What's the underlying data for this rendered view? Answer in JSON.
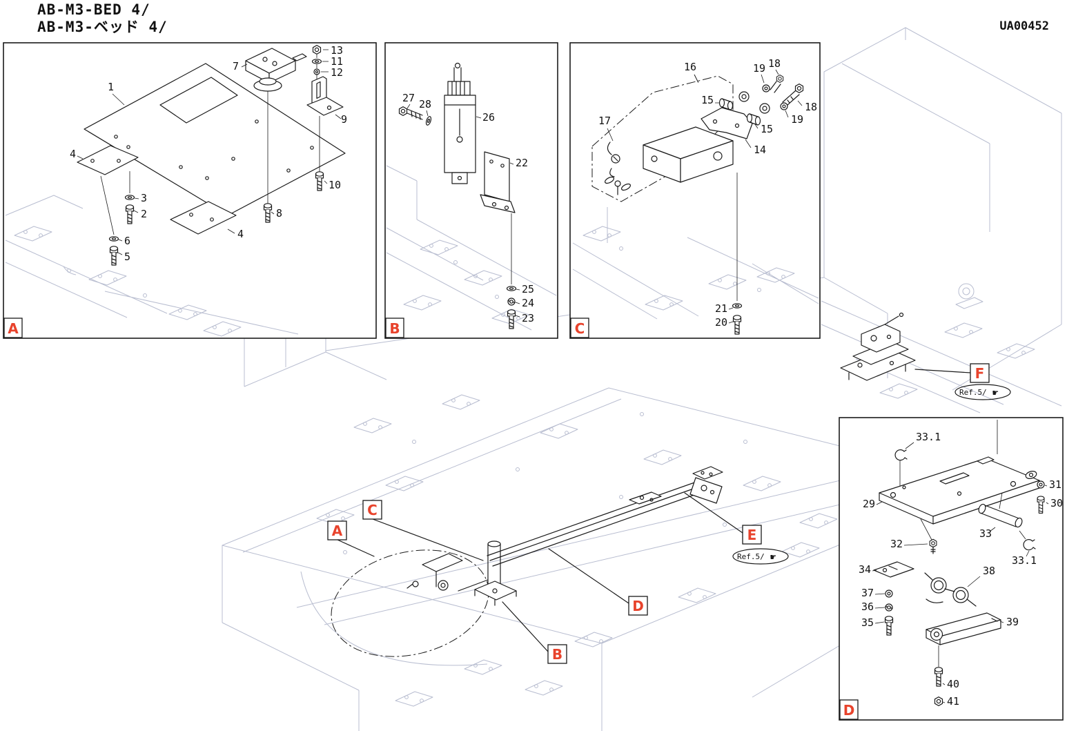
{
  "header": {
    "title_line1": "AB-M3-BED 4/",
    "title_line2": "AB-M3-ベッド 4/",
    "doc_code": "UA00452"
  },
  "colors": {
    "accent": "#e8432c",
    "line": "#1a1a1a",
    "background_line": "#b8bdd0"
  },
  "ref_stamp": {
    "text": "Ref.5/",
    "hand_glyph": "☛"
  },
  "overlay_labels": {
    "a": "A",
    "b": "B",
    "c": "C",
    "d": "D",
    "e": "E",
    "f": "F"
  },
  "panels": {
    "a": {
      "label": "A",
      "callouts": {
        "n1": "1",
        "n2": "2",
        "n3": "3",
        "n4a": "4",
        "n4b": "4",
        "n5": "5",
        "n6": "6",
        "n7": "7",
        "n8": "8",
        "n9": "9",
        "n10": "10",
        "n11": "11",
        "n12": "12",
        "n13": "13"
      }
    },
    "b": {
      "label": "B",
      "callouts": {
        "n22": "22",
        "n23": "23",
        "n24": "24",
        "n25": "25",
        "n26": "26",
        "n27": "27",
        "n28": "28"
      }
    },
    "c": {
      "label": "C",
      "callouts": {
        "n14": "14",
        "n15a": "15",
        "n15b": "15",
        "n16": "16",
        "n17": "17",
        "n18a": "18",
        "n18b": "18",
        "n19a": "19",
        "n19b": "19",
        "n20": "20",
        "n21": "21"
      }
    },
    "d": {
      "label": "D",
      "callouts": {
        "n29": "29",
        "n30": "30",
        "n31": "31",
        "n32": "32",
        "n33": "33",
        "n331a": "33.1",
        "n331b": "33.1",
        "n34": "34",
        "n35": "35",
        "n36": "36",
        "n37": "37",
        "n38": "38",
        "n39": "39",
        "n40": "40",
        "n41": "41"
      }
    }
  }
}
